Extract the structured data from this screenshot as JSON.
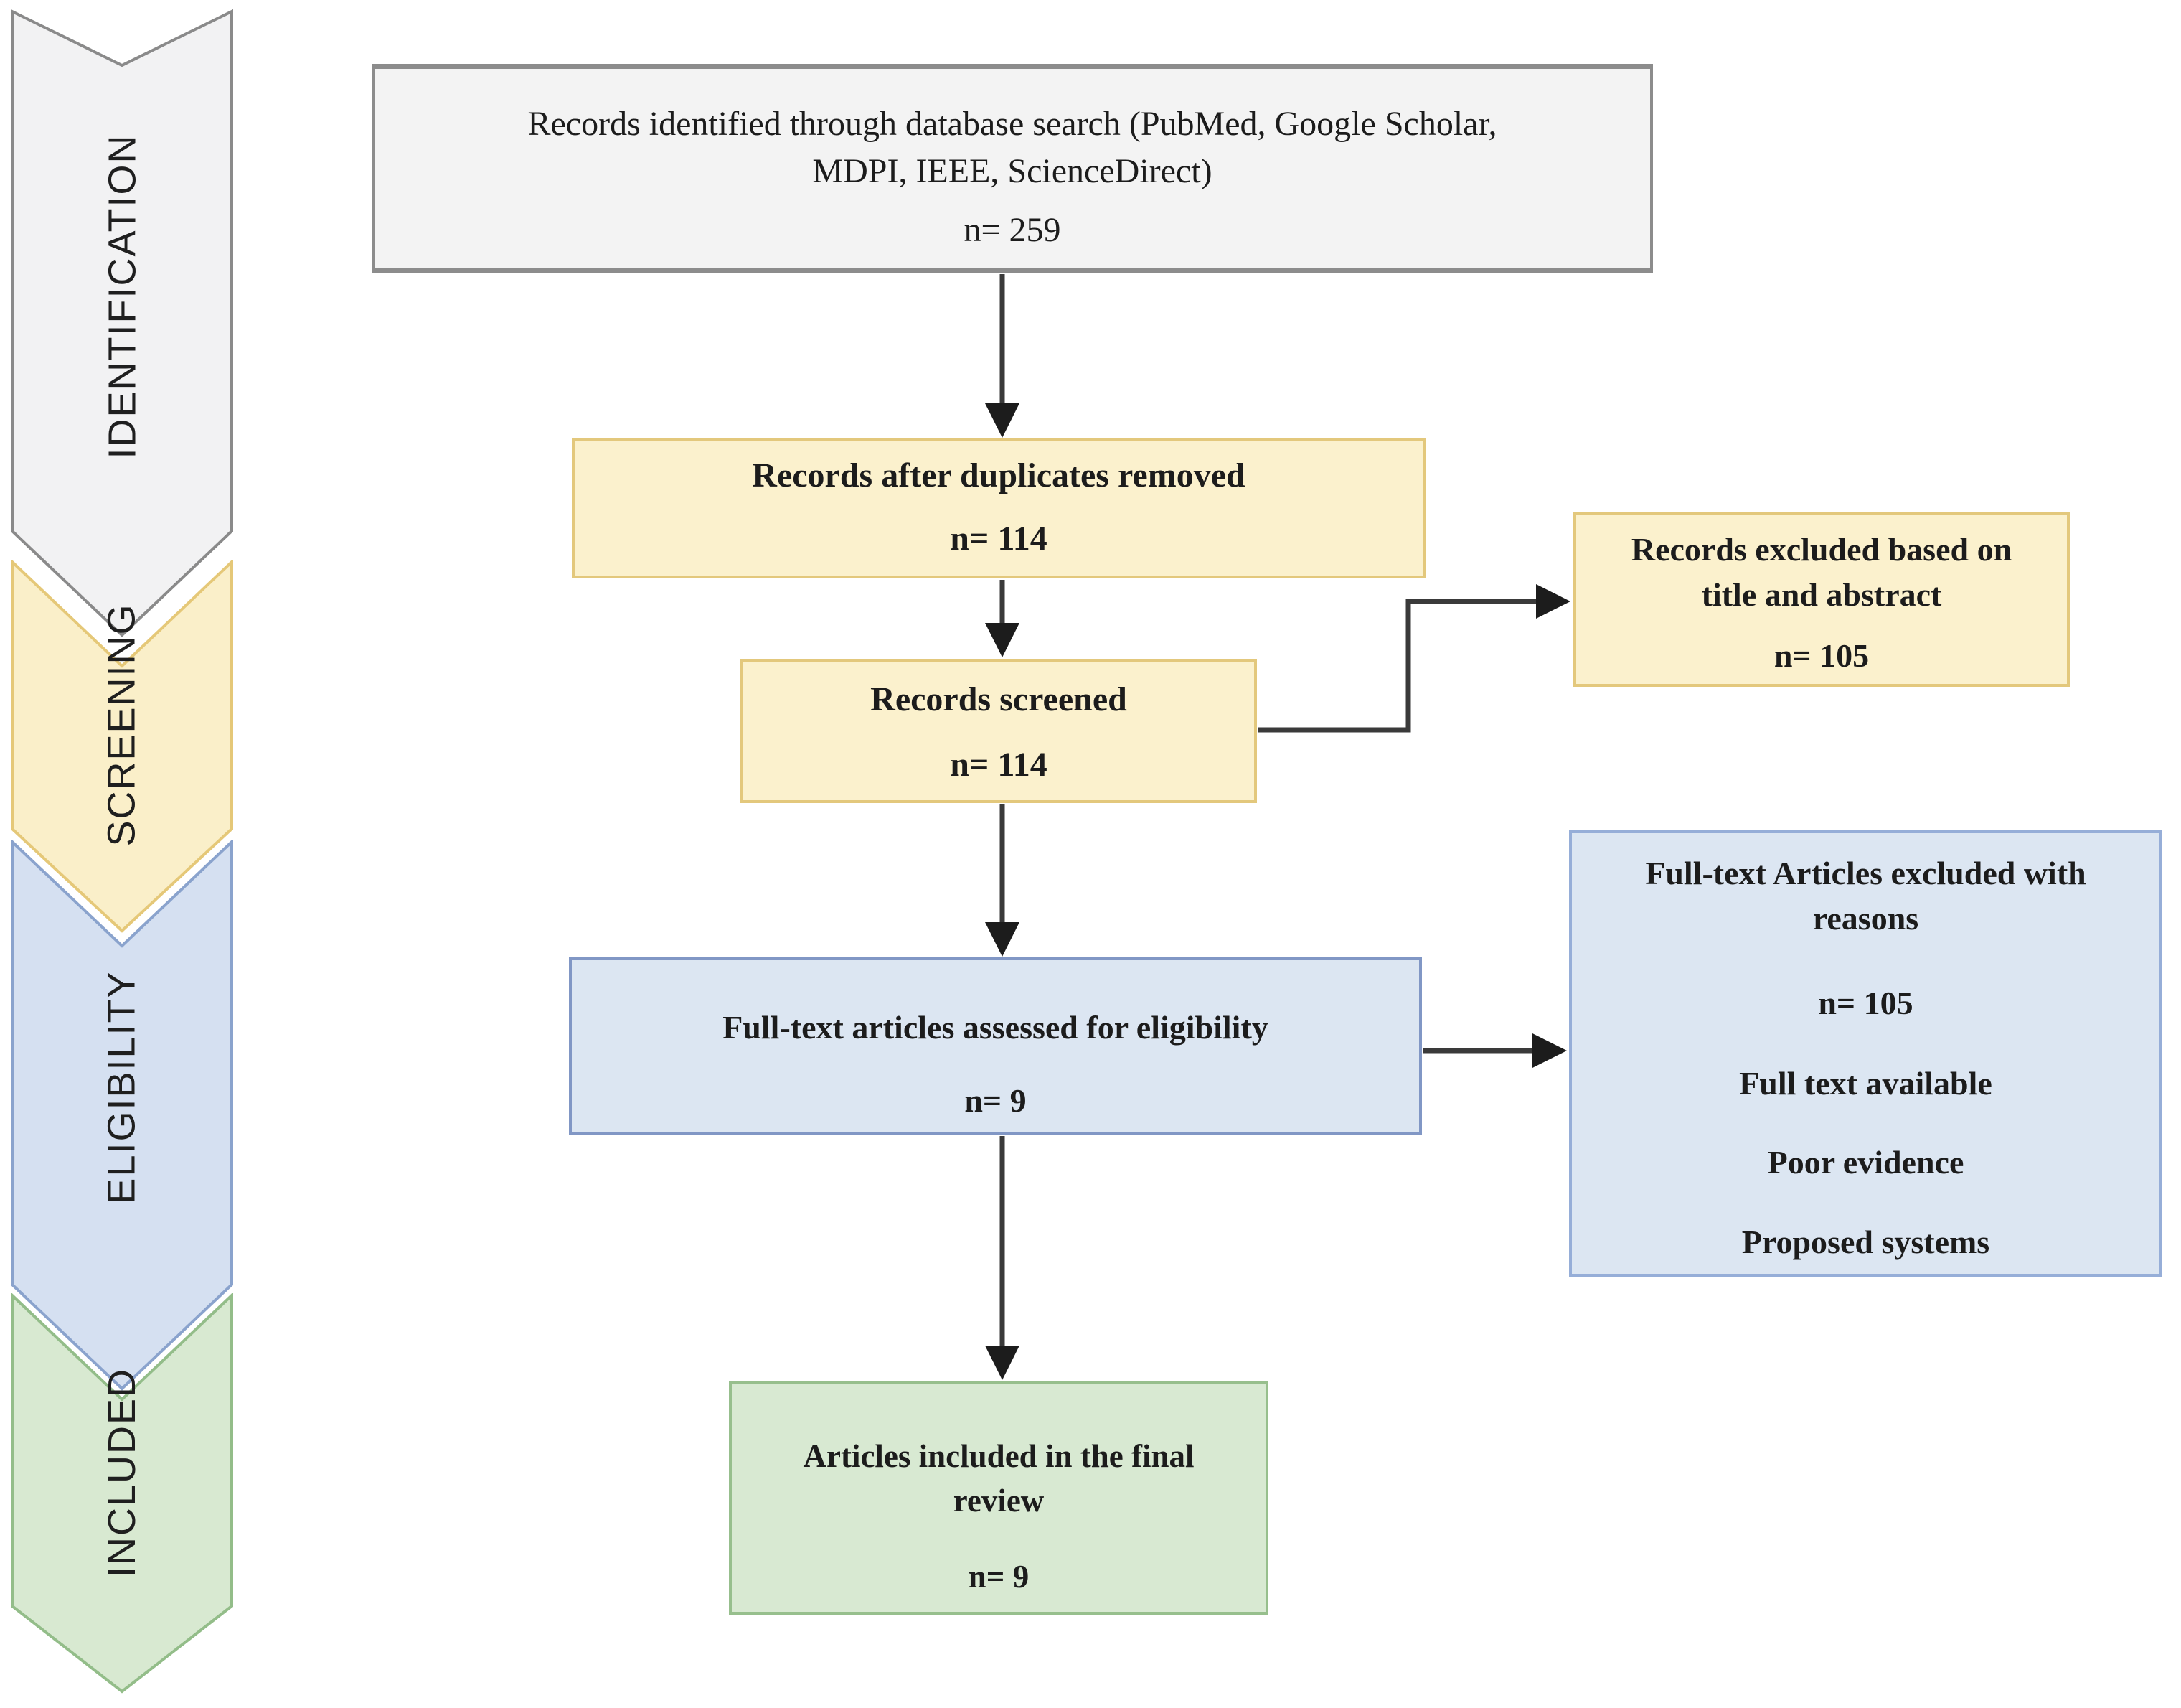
{
  "diagram": {
    "kind": "PRISMA systematic review flow diagram",
    "stages": [
      {
        "id": "identification",
        "label": "IDENTIFICATION"
      },
      {
        "id": "screening",
        "label": "SCREENING"
      },
      {
        "id": "eligibility",
        "label": "ELIGIBILITY"
      },
      {
        "id": "included",
        "label": "INCLUDED"
      }
    ],
    "boxes": {
      "identified": {
        "title": "Records identified through database search (PubMed, Google Scholar, MDPI, IEEE, ScienceDirect)",
        "count": "n= 259"
      },
      "duplicates_removed": {
        "title": "Records after duplicates removed",
        "count": "n= 114"
      },
      "screened": {
        "title": "Records screened",
        "count": "n= 114"
      },
      "excluded_title_abstract": {
        "title": "Records excluded based on title and abstract",
        "count": "n= 105"
      },
      "fulltext_assessed": {
        "title": "Full-text articles assessed for eligibility",
        "count": "n= 9"
      },
      "fulltext_excluded": {
        "title": "Full-text Articles excluded with reasons",
        "count": "n= 105",
        "reasons": [
          "Full text available",
          "Poor evidence",
          "Proposed systems"
        ]
      },
      "included_final": {
        "title": "Articles included in the final review",
        "count": "n= 9"
      }
    },
    "palette": {
      "gray_fill": "#f2f2f3",
      "gray_border": "#8a8a8a",
      "yellow_fill": "#fbf1cd",
      "yellow_border": "#e3c87c",
      "blue_fill": "#dce6f2",
      "blue_border": "#8ea6d0",
      "green_fill": "#d8e9d2",
      "green_border": "#97bf8d",
      "connector_line": "#3a3a3a",
      "arrowhead": "#1c1c1c"
    }
  }
}
